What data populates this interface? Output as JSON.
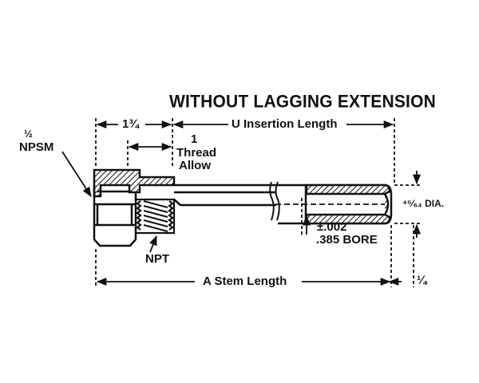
{
  "title": "WITHOUT LAGGING EXTENSION",
  "labels": {
    "half": "½",
    "npsm": "NPSM",
    "one_three_quarter": "1¾",
    "one": "1",
    "thread": "Thread",
    "allow": "Allow",
    "u_insertion": "U Insertion Length",
    "npt": "NPT",
    "tolerance": "±.002",
    "bore": ".385 BORE",
    "dia": "⁴⁵⁄₆₄ DIA.",
    "a_stem": "A Stem Length",
    "quarter": "¼"
  }
}
